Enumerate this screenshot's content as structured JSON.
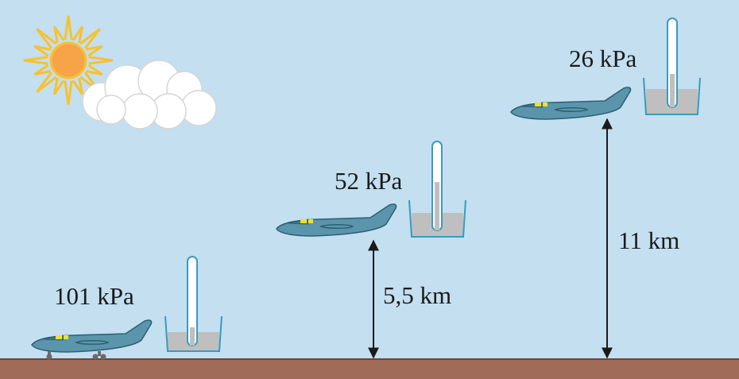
{
  "stations": [
    {
      "pressure_label": "101 kPa",
      "column_level": 0.22
    },
    {
      "pressure_label": "52 kPa",
      "column_level": 0.58
    },
    {
      "pressure_label": "26 kPa",
      "column_level": 0.4
    }
  ],
  "altitudes": [
    {
      "label": "5,5 km"
    },
    {
      "label": "11 km"
    }
  ],
  "colors": {
    "sky": "#c3dff0",
    "ground": "#a06b58",
    "plane_body": "#5b95ab",
    "plane_outline": "#2d5f74",
    "cockpit": "#f2e024",
    "sun": "#f6c230",
    "sun_core": "#f7a347",
    "mercury": "#bfbfbf",
    "glass": "#3a9bbd"
  }
}
